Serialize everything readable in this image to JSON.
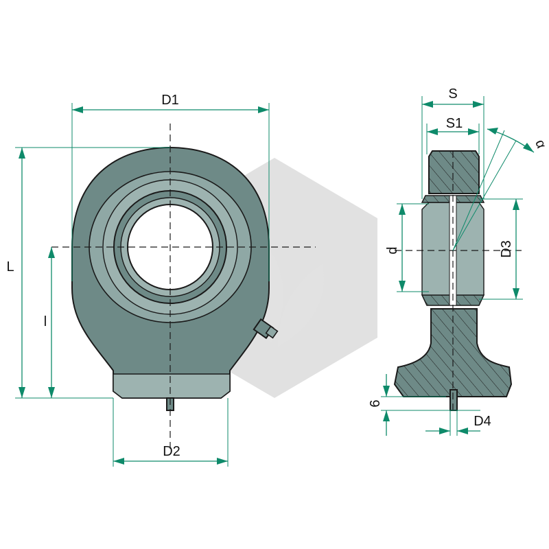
{
  "labels": {
    "D1": "D1",
    "D2": "D2",
    "L": "L",
    "l": "l",
    "S": "S",
    "S1": "S1",
    "d": "d",
    "D3": "D3",
    "D4": "D4",
    "six": "6",
    "alpha": "α"
  },
  "colors": {
    "part": "#6e8a87",
    "dimension": "#0e8a6a",
    "watermark": "#c9c9c9"
  },
  "watermark_icon": "hexagon-leaf-logo"
}
